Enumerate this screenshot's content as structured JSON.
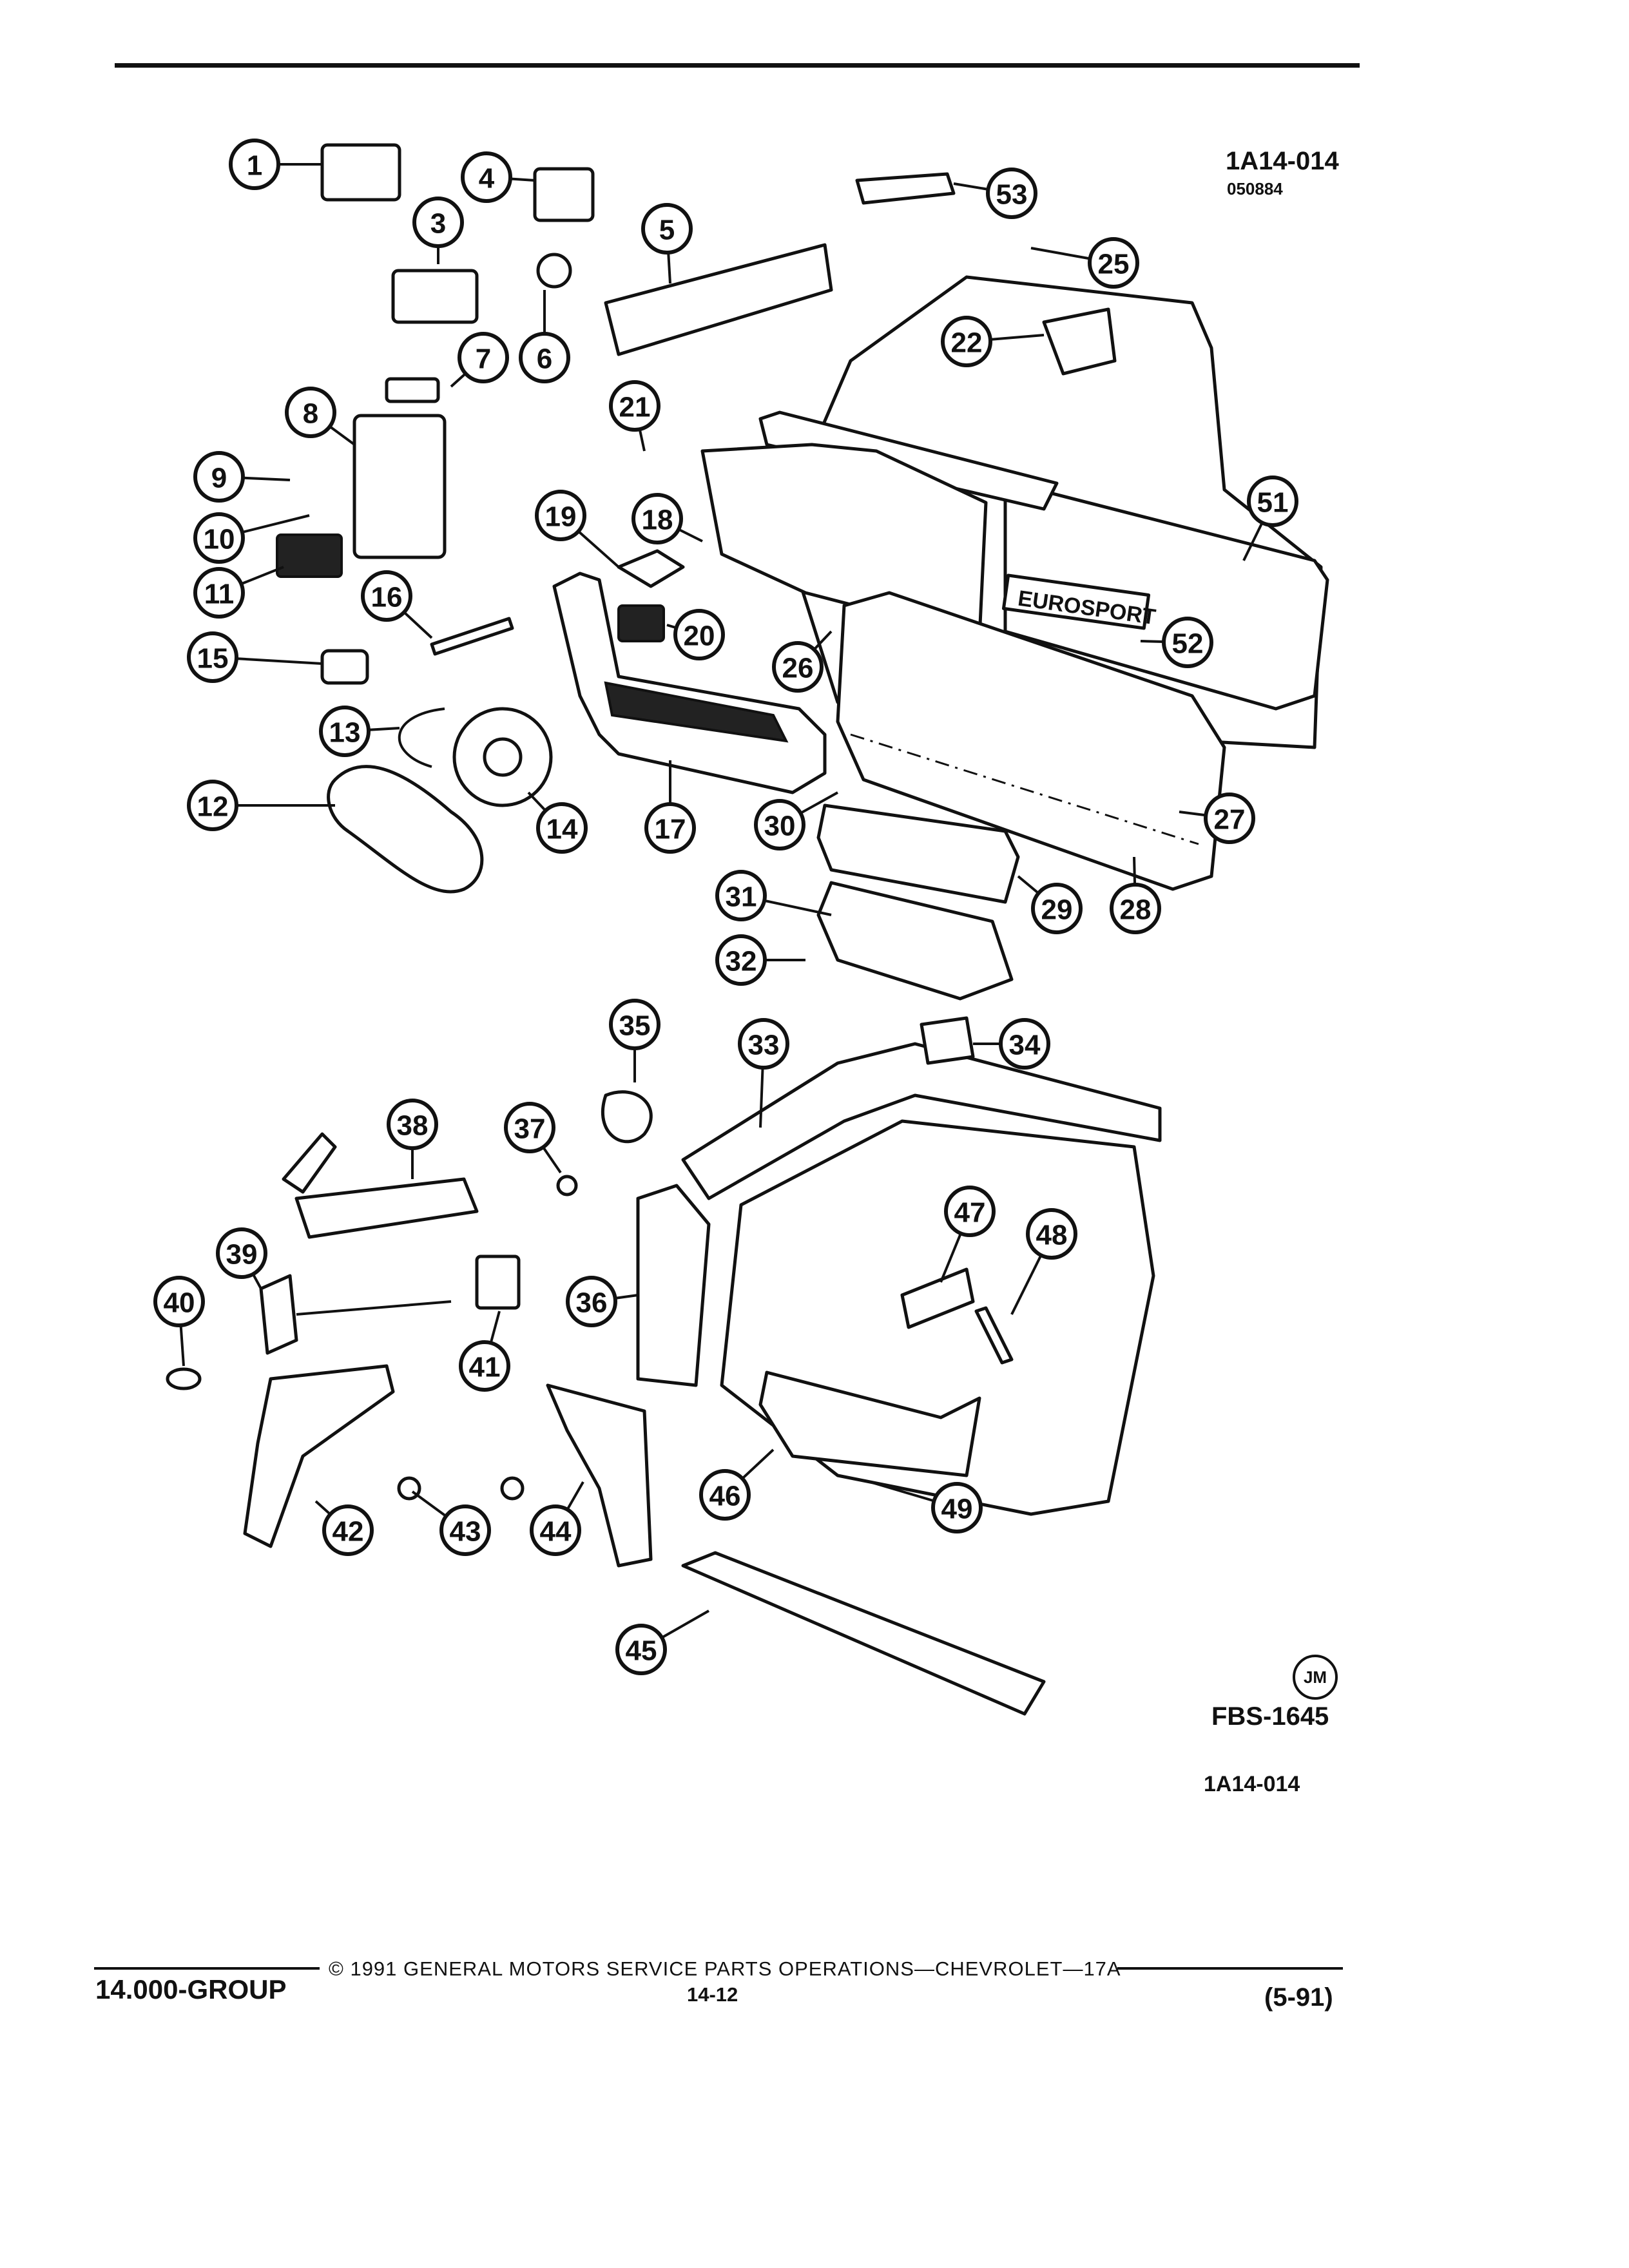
{
  "diagram": {
    "code": "1A14-014",
    "date_code": "050884",
    "artist_mark": "JM",
    "figure_id": "FBS-1645",
    "code_bottom": "1A14-014",
    "emblem_text": "EUROSPORT"
  },
  "callouts": [
    {
      "n": "1"
    },
    {
      "n": "3"
    },
    {
      "n": "4"
    },
    {
      "n": "5"
    },
    {
      "n": "6"
    },
    {
      "n": "7"
    },
    {
      "n": "8"
    },
    {
      "n": "9"
    },
    {
      "n": "10"
    },
    {
      "n": "11"
    },
    {
      "n": "12"
    },
    {
      "n": "13"
    },
    {
      "n": "14"
    },
    {
      "n": "15"
    },
    {
      "n": "16"
    },
    {
      "n": "17"
    },
    {
      "n": "18"
    },
    {
      "n": "19"
    },
    {
      "n": "20"
    },
    {
      "n": "21"
    },
    {
      "n": "22"
    },
    {
      "n": "25"
    },
    {
      "n": "26"
    },
    {
      "n": "27"
    },
    {
      "n": "28"
    },
    {
      "n": "29"
    },
    {
      "n": "30"
    },
    {
      "n": "31"
    },
    {
      "n": "32"
    },
    {
      "n": "33"
    },
    {
      "n": "34"
    },
    {
      "n": "35"
    },
    {
      "n": "36"
    },
    {
      "n": "37"
    },
    {
      "n": "38"
    },
    {
      "n": "39"
    },
    {
      "n": "40"
    },
    {
      "n": "41"
    },
    {
      "n": "42"
    },
    {
      "n": "43"
    },
    {
      "n": "44"
    },
    {
      "n": "45"
    },
    {
      "n": "46"
    },
    {
      "n": "47"
    },
    {
      "n": "48"
    },
    {
      "n": "49"
    },
    {
      "n": "51"
    },
    {
      "n": "52"
    },
    {
      "n": "53"
    }
  ],
  "footer": {
    "group": "14.000-GROUP",
    "copyright": "© 1991  GENERAL MOTORS SERVICE PARTS OPERATIONS—CHEVROLET—17A",
    "page": "14-12",
    "revision": "(5-91)"
  }
}
